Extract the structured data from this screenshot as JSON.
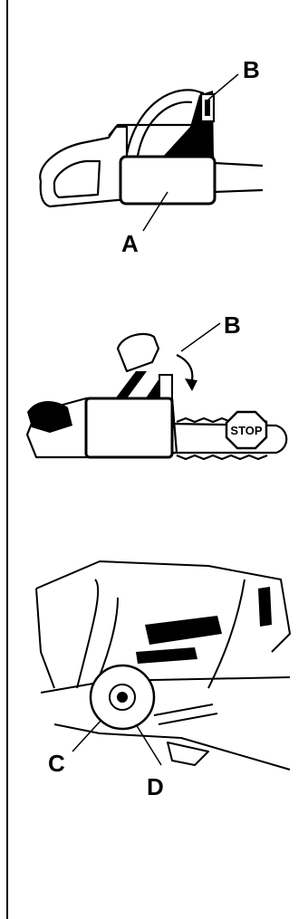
{
  "figures": [
    {
      "callouts": [
        "A",
        "B"
      ]
    },
    {
      "callouts": [
        "B"
      ],
      "sign_text": "STOP"
    },
    {
      "callouts": [
        "C",
        "D"
      ]
    }
  ]
}
